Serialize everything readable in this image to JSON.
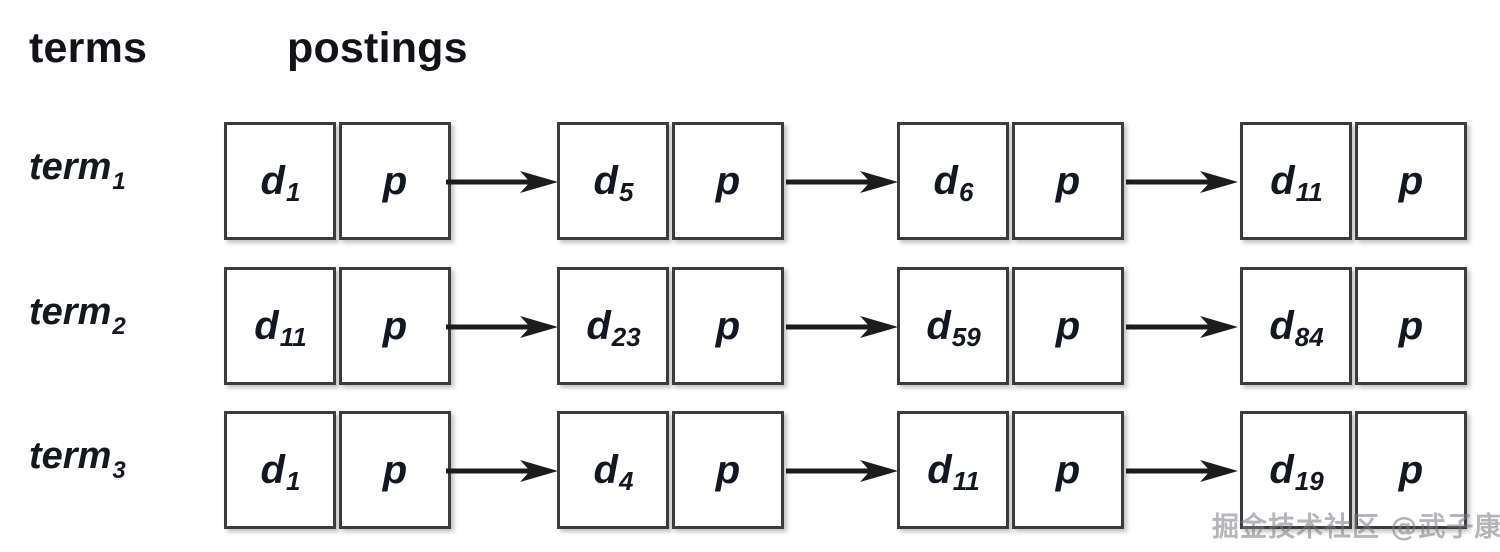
{
  "diagram": {
    "title": "inverted-index-postings-lists",
    "background_color": "#ffffff",
    "box_border_color": "#3b3c3e",
    "text_color": "#121722",
    "arrow_color": "#1c1c1c",
    "headers": {
      "terms": "terms",
      "postings": "postings"
    },
    "payload_label": "p",
    "doc_prefix": "d",
    "rows": [
      {
        "term_base": "term",
        "term_sub": "1",
        "postings": [
          {
            "doc_base": "d",
            "doc_sub": "1",
            "payload": "p"
          },
          {
            "doc_base": "d",
            "doc_sub": "5",
            "payload": "p"
          },
          {
            "doc_base": "d",
            "doc_sub": "6",
            "payload": "p"
          },
          {
            "doc_base": "d",
            "doc_sub": "11",
            "payload": "p"
          }
        ]
      },
      {
        "term_base": "term",
        "term_sub": "2",
        "postings": [
          {
            "doc_base": "d",
            "doc_sub": "11",
            "payload": "p"
          },
          {
            "doc_base": "d",
            "doc_sub": "23",
            "payload": "p"
          },
          {
            "doc_base": "d",
            "doc_sub": "59",
            "payload": "p"
          },
          {
            "doc_base": "d",
            "doc_sub": "84",
            "payload": "p"
          }
        ]
      },
      {
        "term_base": "term",
        "term_sub": "3",
        "postings": [
          {
            "doc_base": "d",
            "doc_sub": "1",
            "payload": "p"
          },
          {
            "doc_base": "d",
            "doc_sub": "4",
            "payload": "p"
          },
          {
            "doc_base": "d",
            "doc_sub": "11",
            "payload": "p"
          },
          {
            "doc_base": "d",
            "doc_sub": "19",
            "payload": "p"
          }
        ]
      }
    ]
  },
  "watermark": {
    "text": "掘金技术社区 @武子康"
  }
}
